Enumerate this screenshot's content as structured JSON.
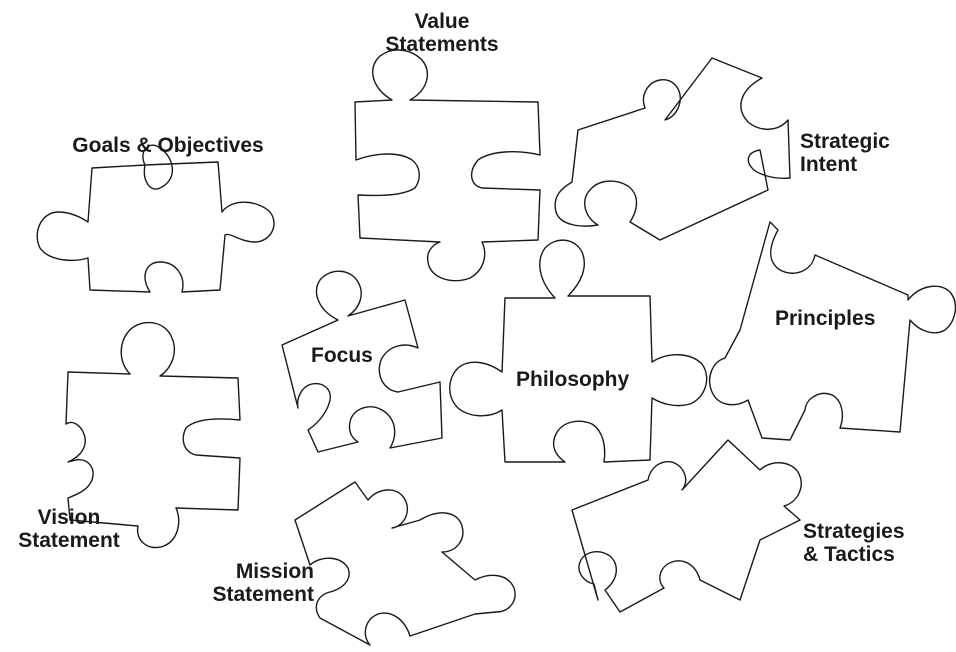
{
  "pieces": [
    {
      "id": "goals",
      "lines": [
        "Goals & Objectives"
      ]
    },
    {
      "id": "value",
      "lines": [
        "Value",
        "Statements"
      ]
    },
    {
      "id": "strategic",
      "lines": [
        "Strategic",
        "Intent"
      ]
    },
    {
      "id": "focus",
      "lines": [
        "Focus"
      ]
    },
    {
      "id": "philosophy",
      "lines": [
        "Philosophy"
      ]
    },
    {
      "id": "principles",
      "lines": [
        "Principles"
      ]
    },
    {
      "id": "vision",
      "lines": [
        "Vision",
        "Statement"
      ]
    },
    {
      "id": "mission",
      "lines": [
        "Mission",
        "Statement"
      ]
    },
    {
      "id": "strategies",
      "lines": [
        "Strategies",
        "& Tactics"
      ]
    }
  ],
  "colors": {
    "outline": "#1a1a1a",
    "background": "#ffffff",
    "text": "#1a1a1a"
  }
}
